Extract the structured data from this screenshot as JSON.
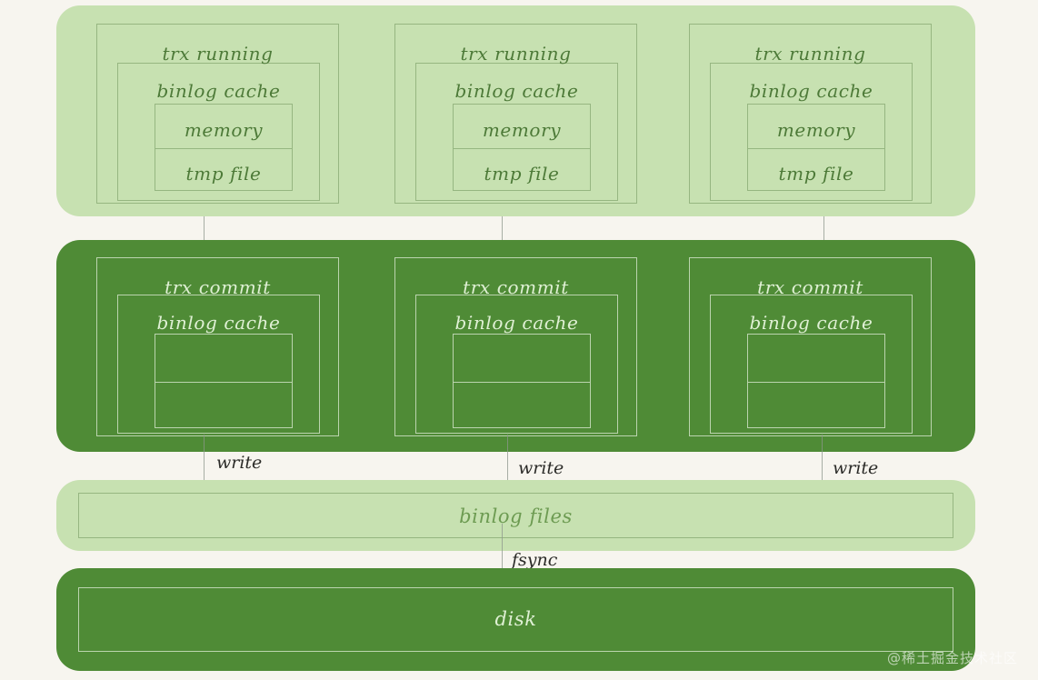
{
  "diagram": {
    "title": "MySQL binlog write and fsync flow",
    "background_color": "#f7f5ef",
    "colors": {
      "light_green": "#c7e1b1",
      "dark_green": "#4f8b36",
      "light_text": "#4d7a38",
      "dark_text": "#dff0d4",
      "arrow": "#8c968c",
      "arrow_label_text": "#2b2b28"
    }
  },
  "bands": {
    "running": {
      "name": "trx running band",
      "columns": [
        {
          "outer_label": "trx running",
          "mid_label": "binlog cache",
          "inner_top_label": "memory",
          "inner_bottom_label": "tmp file"
        },
        {
          "outer_label": "trx running",
          "mid_label": "binlog cache",
          "inner_top_label": "memory",
          "inner_bottom_label": "tmp file"
        },
        {
          "outer_label": "trx running",
          "mid_label": "binlog cache",
          "inner_top_label": "memory",
          "inner_bottom_label": "tmp file"
        }
      ]
    },
    "commit": {
      "name": "trx commit band",
      "columns": [
        {
          "outer_label": "trx commit",
          "mid_label": "binlog cache",
          "inner_top_label": "",
          "inner_bottom_label": ""
        },
        {
          "outer_label": "trx commit",
          "mid_label": "binlog cache",
          "inner_top_label": "",
          "inner_bottom_label": ""
        },
        {
          "outer_label": "trx commit",
          "mid_label": "binlog cache",
          "inner_top_label": "",
          "inner_bottom_label": ""
        }
      ]
    },
    "binlog_files": {
      "label": "binlog files"
    },
    "disk": {
      "label": "disk"
    }
  },
  "arrows": {
    "running_to_commit": [
      {
        "label": ""
      },
      {
        "label": ""
      },
      {
        "label": ""
      }
    ],
    "commit_to_files": [
      {
        "label": "write"
      },
      {
        "label": "write"
      },
      {
        "label": "write"
      }
    ],
    "files_to_disk": {
      "label": "fsync"
    }
  },
  "watermark": {
    "text": "@稀土掘金技术社区"
  }
}
